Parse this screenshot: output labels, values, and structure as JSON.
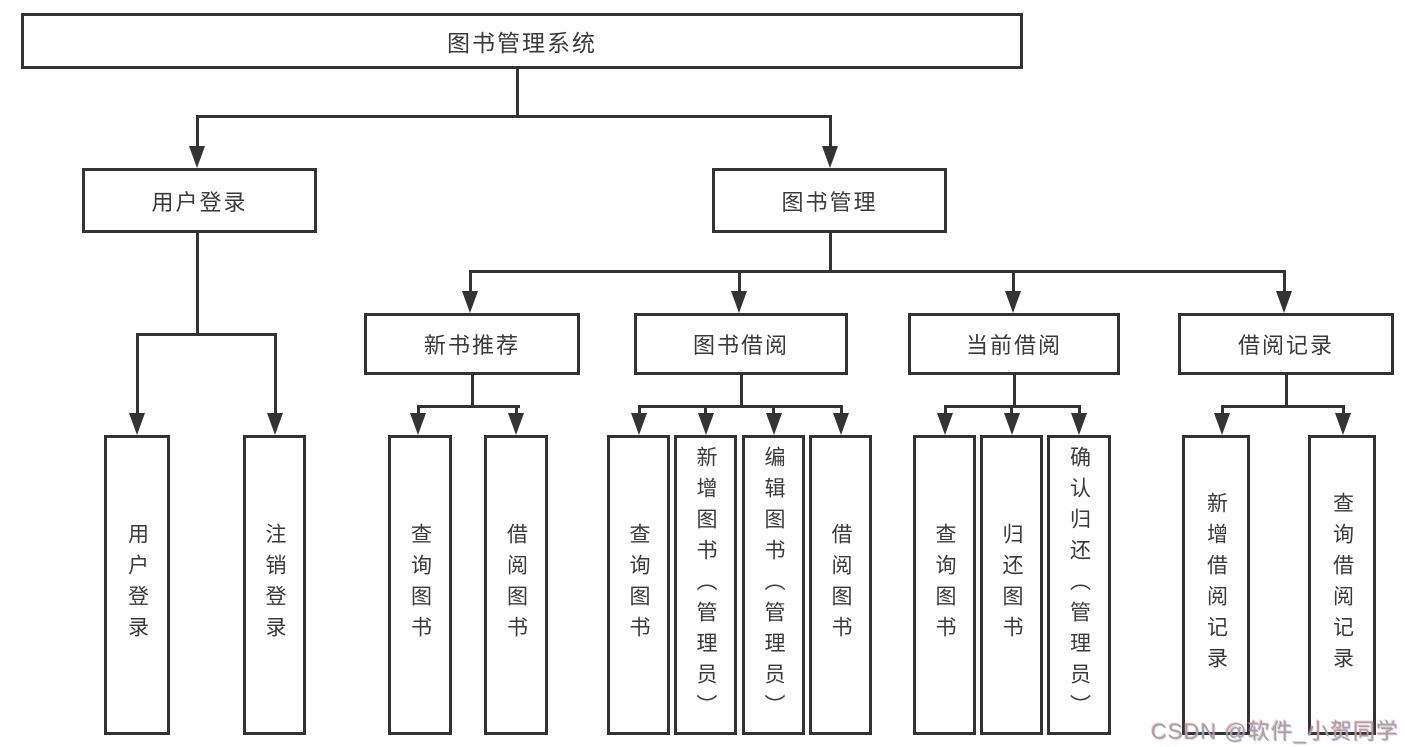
{
  "diagram": {
    "type": "hierarchy-tree",
    "title": "图书管理系统",
    "watermark": "CSDN @软件_小贺同学",
    "colors": {
      "line": "#333333",
      "box_border": "#333333",
      "box_fill": "#ffffff",
      "text": "#3a3a3a",
      "watermark_text": "#a2a2a2"
    },
    "nodes": {
      "root": {
        "label": "图书管理系统"
      },
      "l2": [
        {
          "label": "用户登录"
        },
        {
          "label": "图书管理"
        }
      ],
      "l3": [
        {
          "label": "新书推荐"
        },
        {
          "label": "图书借阅"
        },
        {
          "label": "当前借阅"
        },
        {
          "label": "借阅记录"
        }
      ],
      "l4": [
        {
          "label": "用户登录"
        },
        {
          "label": "注销登录"
        },
        {
          "label": "查询图书"
        },
        {
          "label": "借阅图书"
        },
        {
          "label": "查询图书"
        },
        {
          "label": "新增图书（管理员）"
        },
        {
          "label": "编辑图书（管理员）"
        },
        {
          "label": "借阅图书"
        },
        {
          "label": "查询图书"
        },
        {
          "label": "归还图书"
        },
        {
          "label": "确认归还（管理员）"
        },
        {
          "label": "新增借阅记录"
        },
        {
          "label": "查询借阅记录"
        }
      ]
    },
    "structure": {
      "图书管理系统": {
        "用户登录": [
          "用户登录",
          "注销登录"
        ],
        "图书管理": {
          "新书推荐": [
            "查询图书",
            "借阅图书"
          ],
          "图书借阅": [
            "查询图书",
            "新增图书（管理员）",
            "编辑图书（管理员）",
            "借阅图书"
          ],
          "当前借阅": [
            "查询图书",
            "归还图书",
            "确认归还（管理员）"
          ],
          "借阅记录": [
            "新增借阅记录",
            "查询借阅记录"
          ]
        }
      }
    }
  }
}
